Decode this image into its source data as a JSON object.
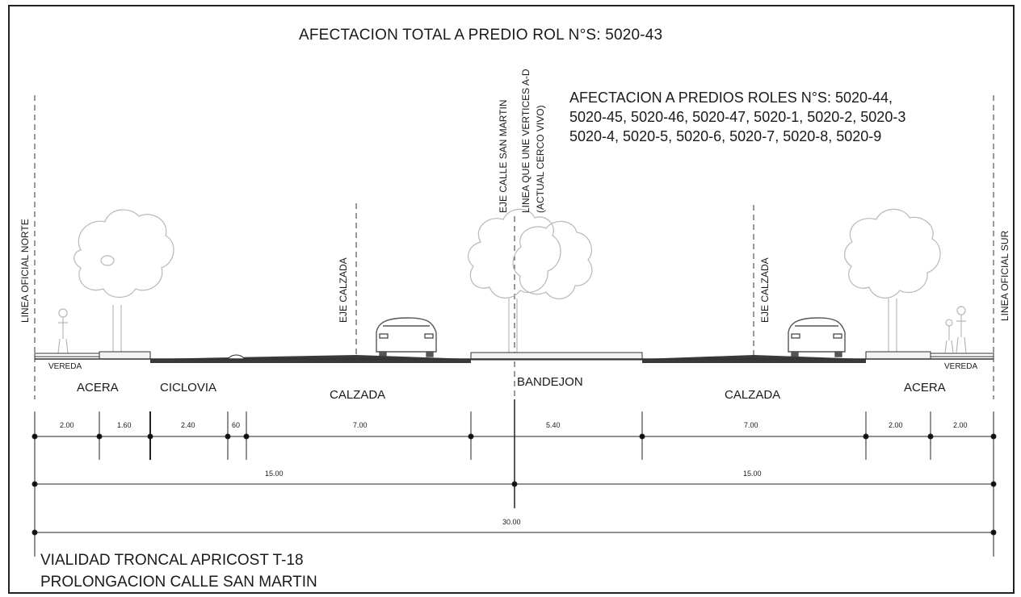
{
  "title": "AFECTACION TOTAL A PREDIO ROL N°S:  5020-43",
  "afectacion_roles": {
    "line1": "AFECTACION A PREDIOS ROLES N°S:  5020-44,",
    "line2": "5020-45, 5020-46, 5020-47, 5020-1, 5020-2, 5020-3",
    "line3": "5020-4, 5020-5, 5020-6, 5020-7, 5020-8, 5020-9"
  },
  "vertical_labels": {
    "linea_norte": "LINEA OFICIAL NORTE",
    "eje_calzada_left": "EJE CALZADA",
    "eje_san_martin": "EJE CALLE SAN MARTIN",
    "linea_vertices": "LINEA QUE UNE VERTICES  A-D",
    "actual_cerco": "(ACTUAL CERCO VIVO)",
    "eje_calzada_right": "EJE CALZADA",
    "linea_sur": "LINEA OFICIAL SUR"
  },
  "zones": {
    "vereda_left": "VEREDA",
    "acera_left": "ACERA",
    "ciclovia": "CICLOVIA",
    "calzada_left": "CALZADA",
    "bandejon": "BANDEJON",
    "calzada_right": "CALZADA",
    "acera_right": "ACERA",
    "vereda_right": "VEREDA"
  },
  "dimensions": {
    "row1": [
      "2.00",
      "1.60",
      "2.40",
      "60",
      "7.00",
      "5.40",
      "7.00",
      "2.00",
      "2.00"
    ],
    "row2": [
      "15.00",
      "15.00"
    ],
    "row3": [
      "30.00"
    ]
  },
  "footer": {
    "line1": "VIALIDAD TRONCAL APRICOST T-18",
    "line2": "PROLONGACION CALLE SAN MARTIN"
  }
}
